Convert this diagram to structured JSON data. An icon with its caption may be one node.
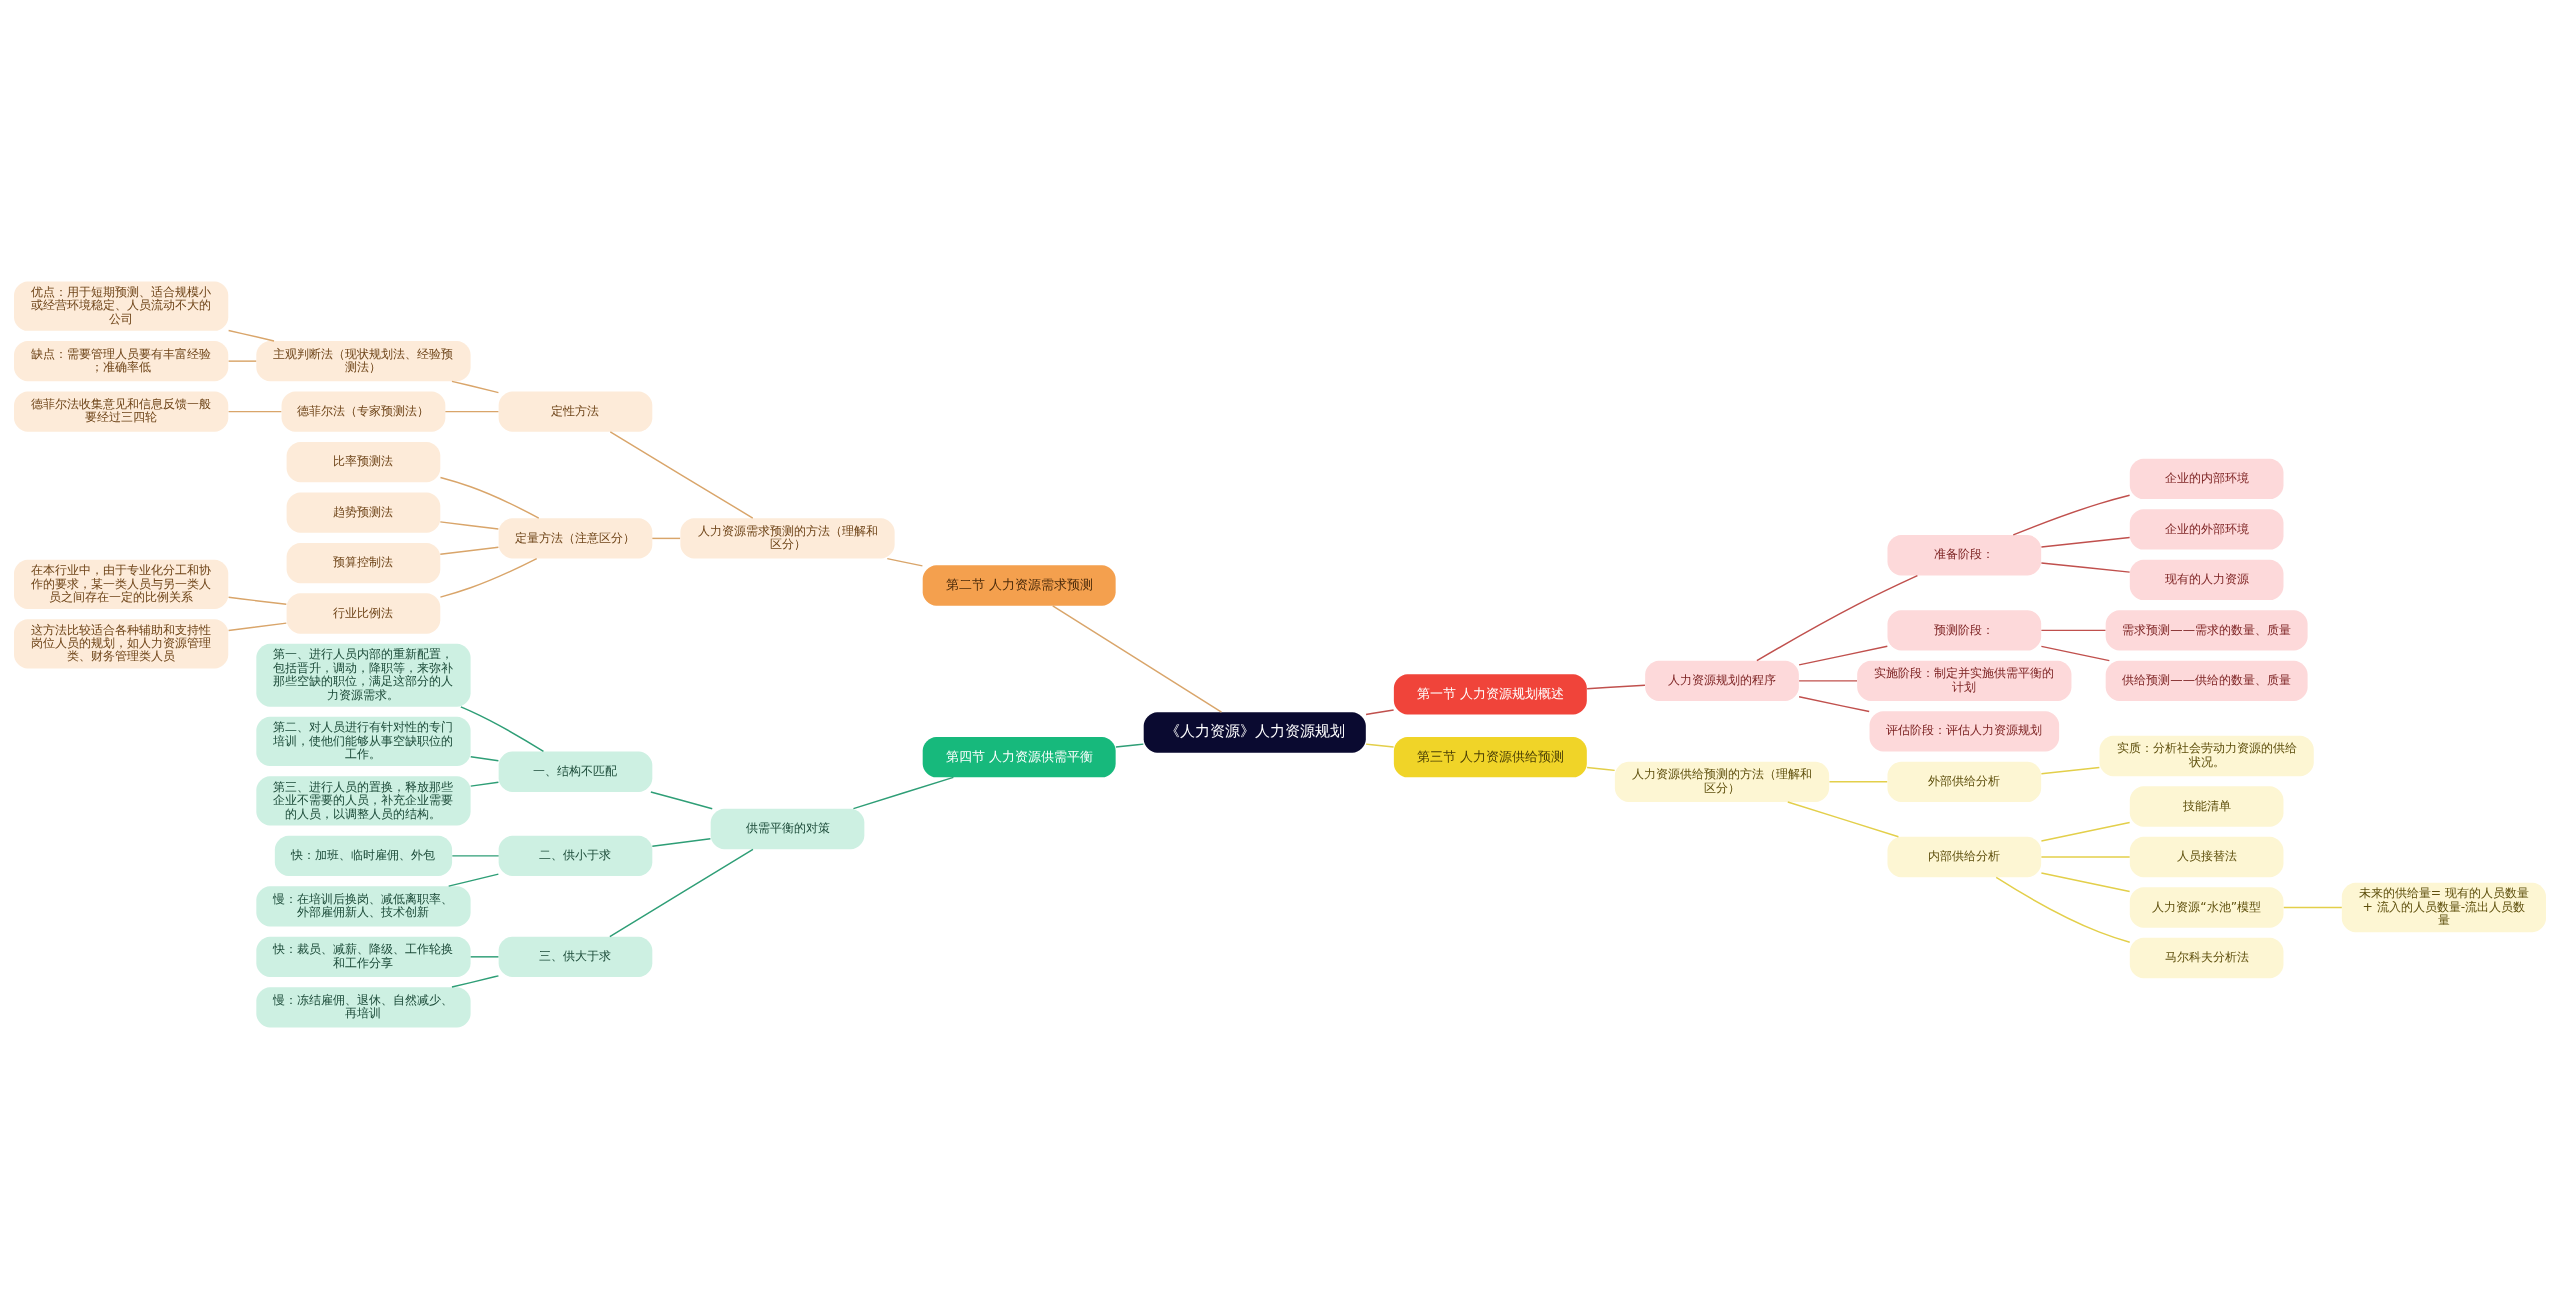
{
  "diagram": {
    "nodes": [
      {
        "text": [
          "《人力资源》人力资源规划"
        ]
      },
      {
        "text": [
          "第一节 人力资源规划概述"
        ]
      },
      {
        "text": [
          "人力资源规划的程序"
        ]
      },
      {
        "text": [
          "准备阶段："
        ]
      },
      {
        "text": [
          "企业的内部环境"
        ]
      },
      {
        "text": [
          "企业的外部环境"
        ]
      },
      {
        "text": [
          "现有的人力资源"
        ]
      },
      {
        "text": [
          "预测阶段："
        ]
      },
      {
        "text": [
          "需求预测——需求的数量、质量"
        ]
      },
      {
        "text": [
          "供给预测——供给的数量、质量"
        ]
      },
      {
        "text": [
          "实施阶段：制定并实施供需平衡的计划"
        ]
      },
      {
        "text": [
          "评估阶段：评估人力资源规划"
        ]
      },
      {
        "text": [
          "第二节 人力资源需求预测"
        ]
      },
      {
        "text": [
          "人力资源需求预测的方法（理解和区分）"
        ]
      },
      {
        "text": [
          "定性方法"
        ]
      },
      {
        "text": [
          "主观判断法（现状规划法、经验预测法）"
        ]
      },
      {
        "text": [
          "优点：用于短期预测、适合规模小或经营环境稳定、人员流动不大的公司"
        ]
      },
      {
        "text": [
          "缺点：需要管理人员要有丰富经验；准确率低"
        ]
      },
      {
        "text": [
          "德菲尔法（专家预测法）"
        ]
      },
      {
        "text": [
          "德菲尔法收集意见和信息反馈一般要经过三四轮"
        ]
      },
      {
        "text": [
          "定量方法（注意区分）"
        ]
      },
      {
        "text": [
          "比率预测法"
        ]
      },
      {
        "text": [
          "趋势预测法"
        ]
      },
      {
        "text": [
          "预算控制法"
        ]
      },
      {
        "text": [
          "行业比例法"
        ]
      },
      {
        "text": [
          "在本行业中，由于专业化分工和协作的要求，某一类人员与另一类人员之间存在一定的比例关系"
        ]
      },
      {
        "text": [
          "这方法比较适合各种辅助和支持性岗位人员的规划，如人力资源管理类、财务管理类人员"
        ]
      },
      {
        "text": [
          "第三节 人力资源供给预测"
        ]
      },
      {
        "text": [
          "人力资源供给预测的方法（理解和区分）"
        ]
      },
      {
        "text": [
          "外部供给分析"
        ]
      },
      {
        "text": [
          "实质：分析社会劳动力资源的供给状况。"
        ]
      },
      {
        "text": [
          "内部供给分析"
        ]
      },
      {
        "text": [
          "技能清单"
        ]
      },
      {
        "text": [
          "人员接替法"
        ]
      },
      {
        "text": [
          "人力资源“水池”模型"
        ]
      },
      {
        "text": [
          "未来的供给量= 现有的人员数量+ 流入的人员数量-流出人员数量"
        ]
      },
      {
        "text": [
          "马尔科夫分析法"
        ]
      },
      {
        "text": [
          "第四节 人力资源供需平衡"
        ]
      },
      {
        "text": [
          "供需平衡的对策"
        ]
      },
      {
        "text": [
          "一、结构不匹配"
        ]
      },
      {
        "text": [
          "第一、进行人员内部的重新配置，包括晋升，调动，降职等，来弥补那些空缺的职位，满足这部分的人力资源需求。"
        ]
      },
      {
        "text": [
          "第二、对人员进行有针对性的专门培训，使他们能够从事空缺职位的工作。"
        ]
      },
      {
        "text": [
          "第三、进行人员的置换，释放那些企业不需要的人员，补充企业需要的人员，以调整人员的结构。"
        ]
      },
      {
        "text": [
          "二、供小于求"
        ]
      },
      {
        "text": [
          "快：加班、临时雇佣、外包"
        ]
      },
      {
        "text": [
          "慢：在培训后换岗、减低离职率、外部雇佣新人、技术创新"
        ]
      },
      {
        "text": [
          "三、供大于求"
        ]
      },
      {
        "text": [
          "快：裁员、减薪、降级、工作轮换和工作分享"
        ]
      },
      {
        "text": [
          "慢：冻结雇佣、退休、自然减少、再培训"
        ]
      }
    ],
    "edges": [
      {
        "from": 0,
        "to": 1,
        "arrow": "none",
        "color": "#c0504d"
      },
      {
        "from": 1,
        "to": 2,
        "arrow": "none",
        "color": "#c0504d"
      },
      {
        "from": 2,
        "to": 3,
        "arrow": "none",
        "color": "#c0504d"
      },
      {
        "from": 3,
        "to": 4,
        "arrow": "none",
        "color": "#c0504d"
      },
      {
        "from": 3,
        "to": 5,
        "arrow": "none",
        "color": "#c0504d"
      },
      {
        "from": 3,
        "to": 6,
        "arrow": "none",
        "color": "#c0504d"
      },
      {
        "from": 2,
        "to": 7,
        "arrow": "none",
        "color": "#c0504d"
      },
      {
        "from": 7,
        "to": 8,
        "arrow": "none",
        "color": "#c0504d"
      },
      {
        "from": 7,
        "to": 9,
        "arrow": "none",
        "color": "#c0504d"
      },
      {
        "from": 2,
        "to": 10,
        "arrow": "none",
        "color": "#c0504d"
      },
      {
        "from": 2,
        "to": 11,
        "arrow": "none",
        "color": "#c0504d"
      },
      {
        "from": 12,
        "to": 0,
        "arrow": "none",
        "color": "#d9a56a"
      },
      {
        "from": 13,
        "to": 12,
        "arrow": "none",
        "color": "#d9a56a"
      },
      {
        "from": 14,
        "to": 13,
        "arrow": "none",
        "color": "#d9a56a"
      },
      {
        "from": 15,
        "to": 14,
        "arrow": "none",
        "color": "#d9a56a"
      },
      {
        "from": 16,
        "to": 15,
        "arrow": "none",
        "color": "#d9a56a"
      },
      {
        "from": 17,
        "to": 15,
        "arrow": "none",
        "color": "#d9a56a"
      },
      {
        "from": 18,
        "to": 14,
        "arrow": "none",
        "color": "#d9a56a"
      },
      {
        "from": 19,
        "to": 18,
        "arrow": "none",
        "color": "#d9a56a"
      },
      {
        "from": 20,
        "to": 13,
        "arrow": "none",
        "color": "#d9a56a"
      },
      {
        "from": 21,
        "to": 20,
        "arrow": "none",
        "color": "#d9a56a"
      },
      {
        "from": 22,
        "to": 20,
        "arrow": "none",
        "color": "#d9a56a"
      },
      {
        "from": 23,
        "to": 20,
        "arrow": "none",
        "color": "#d9a56a"
      },
      {
        "from": 24,
        "to": 20,
        "arrow": "none",
        "color": "#d9a56a"
      },
      {
        "from": 25,
        "to": 24,
        "arrow": "none",
        "color": "#d9a56a"
      },
      {
        "from": 26,
        "to": 24,
        "arrow": "none",
        "color": "#d9a56a"
      },
      {
        "from": 0,
        "to": 27,
        "arrow": "none",
        "color": "#e3cf4a"
      },
      {
        "from": 27,
        "to": 28,
        "arrow": "none",
        "color": "#e3cf4a"
      },
      {
        "from": 28,
        "to": 29,
        "arrow": "none",
        "color": "#e3cf4a"
      },
      {
        "from": 29,
        "to": 30,
        "arrow": "none",
        "color": "#e3cf4a"
      },
      {
        "from": 28,
        "to": 31,
        "arrow": "none",
        "color": "#e3cf4a"
      },
      {
        "from": 31,
        "to": 32,
        "arrow": "none",
        "color": "#e3cf4a"
      },
      {
        "from": 31,
        "to": 33,
        "arrow": "none",
        "color": "#e3cf4a"
      },
      {
        "from": 31,
        "to": 34,
        "arrow": "none",
        "color": "#e3cf4a"
      },
      {
        "from": 34,
        "to": 35,
        "arrow": "none",
        "color": "#e3cf4a"
      },
      {
        "from": 31,
        "to": 36,
        "arrow": "none",
        "color": "#e3cf4a"
      },
      {
        "from": 37,
        "to": 0,
        "arrow": "none",
        "color": "#2e9e76"
      },
      {
        "from": 38,
        "to": 37,
        "arrow": "none",
        "color": "#2e9e76"
      },
      {
        "from": 39,
        "to": 38,
        "arrow": "none",
        "color": "#2e9e76"
      },
      {
        "from": 40,
        "to": 39,
        "arrow": "none",
        "color": "#2e9e76"
      },
      {
        "from": 41,
        "to": 39,
        "arrow": "none",
        "color": "#2e9e76"
      },
      {
        "from": 42,
        "to": 39,
        "arrow": "none",
        "color": "#2e9e76"
      },
      {
        "from": 43,
        "to": 38,
        "arrow": "none",
        "color": "#2e9e76"
      },
      {
        "from": 44,
        "to": 43,
        "arrow": "none",
        "color": "#2e9e76"
      },
      {
        "from": 45,
        "to": 43,
        "arrow": "none",
        "color": "#2e9e76"
      },
      {
        "from": 46,
        "to": 38,
        "arrow": "none",
        "color": "#2e9e76"
      },
      {
        "from": 47,
        "to": 46,
        "arrow": "none",
        "color": "#2e9e76"
      },
      {
        "from": 48,
        "to": 46,
        "arrow": "none",
        "color": "#2e9e76"
      }
    ]
  }
}
